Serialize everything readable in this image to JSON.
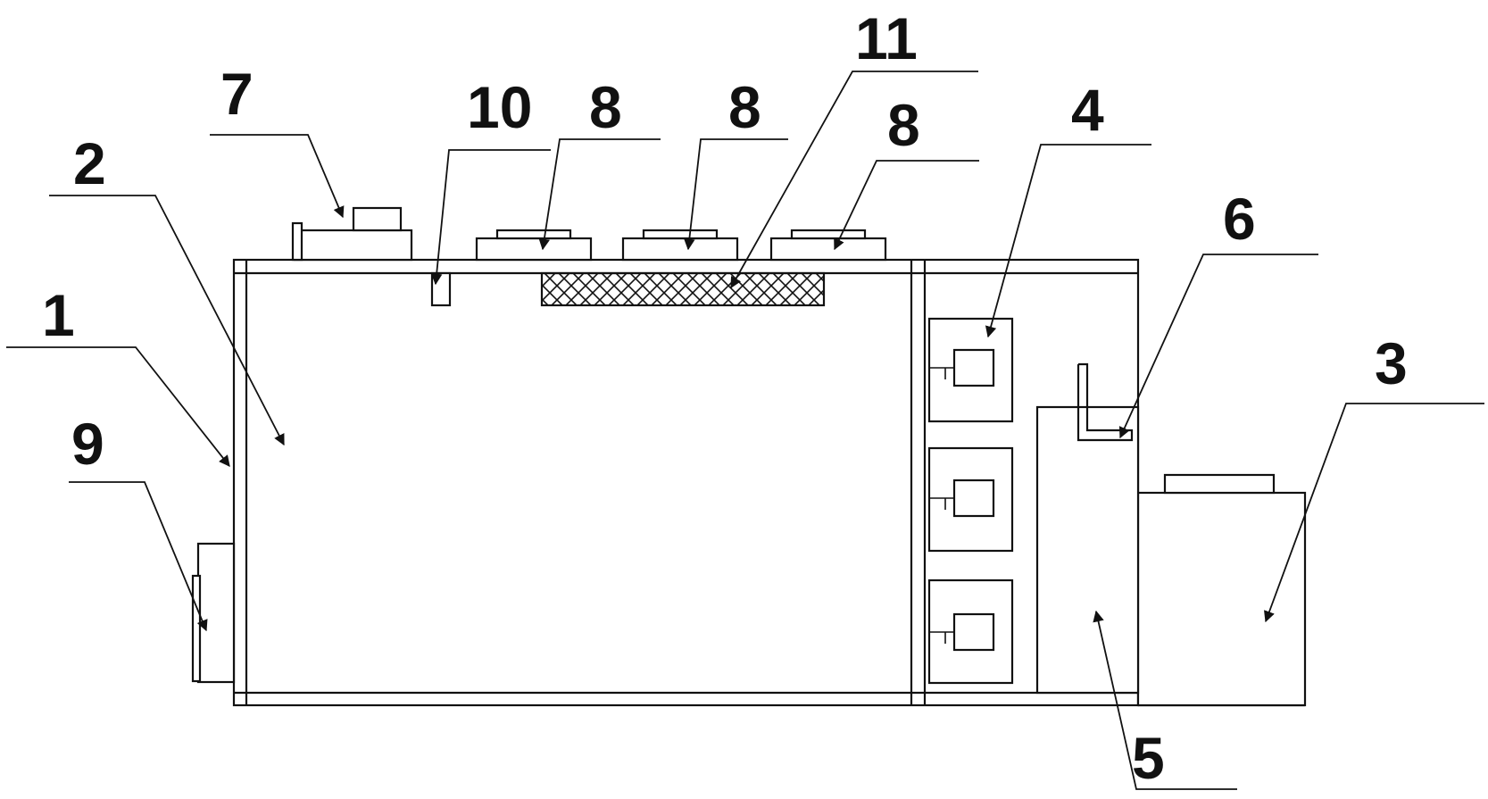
{
  "diagram": {
    "labels": {
      "l1": "1",
      "l2": "2",
      "l3": "3",
      "l4": "4",
      "l5": "5",
      "l6": "6",
      "l7": "7",
      "l8a": "8",
      "l8b": "8",
      "l8c": "8",
      "l9": "9",
      "l10": "10",
      "l11": "11"
    }
  }
}
